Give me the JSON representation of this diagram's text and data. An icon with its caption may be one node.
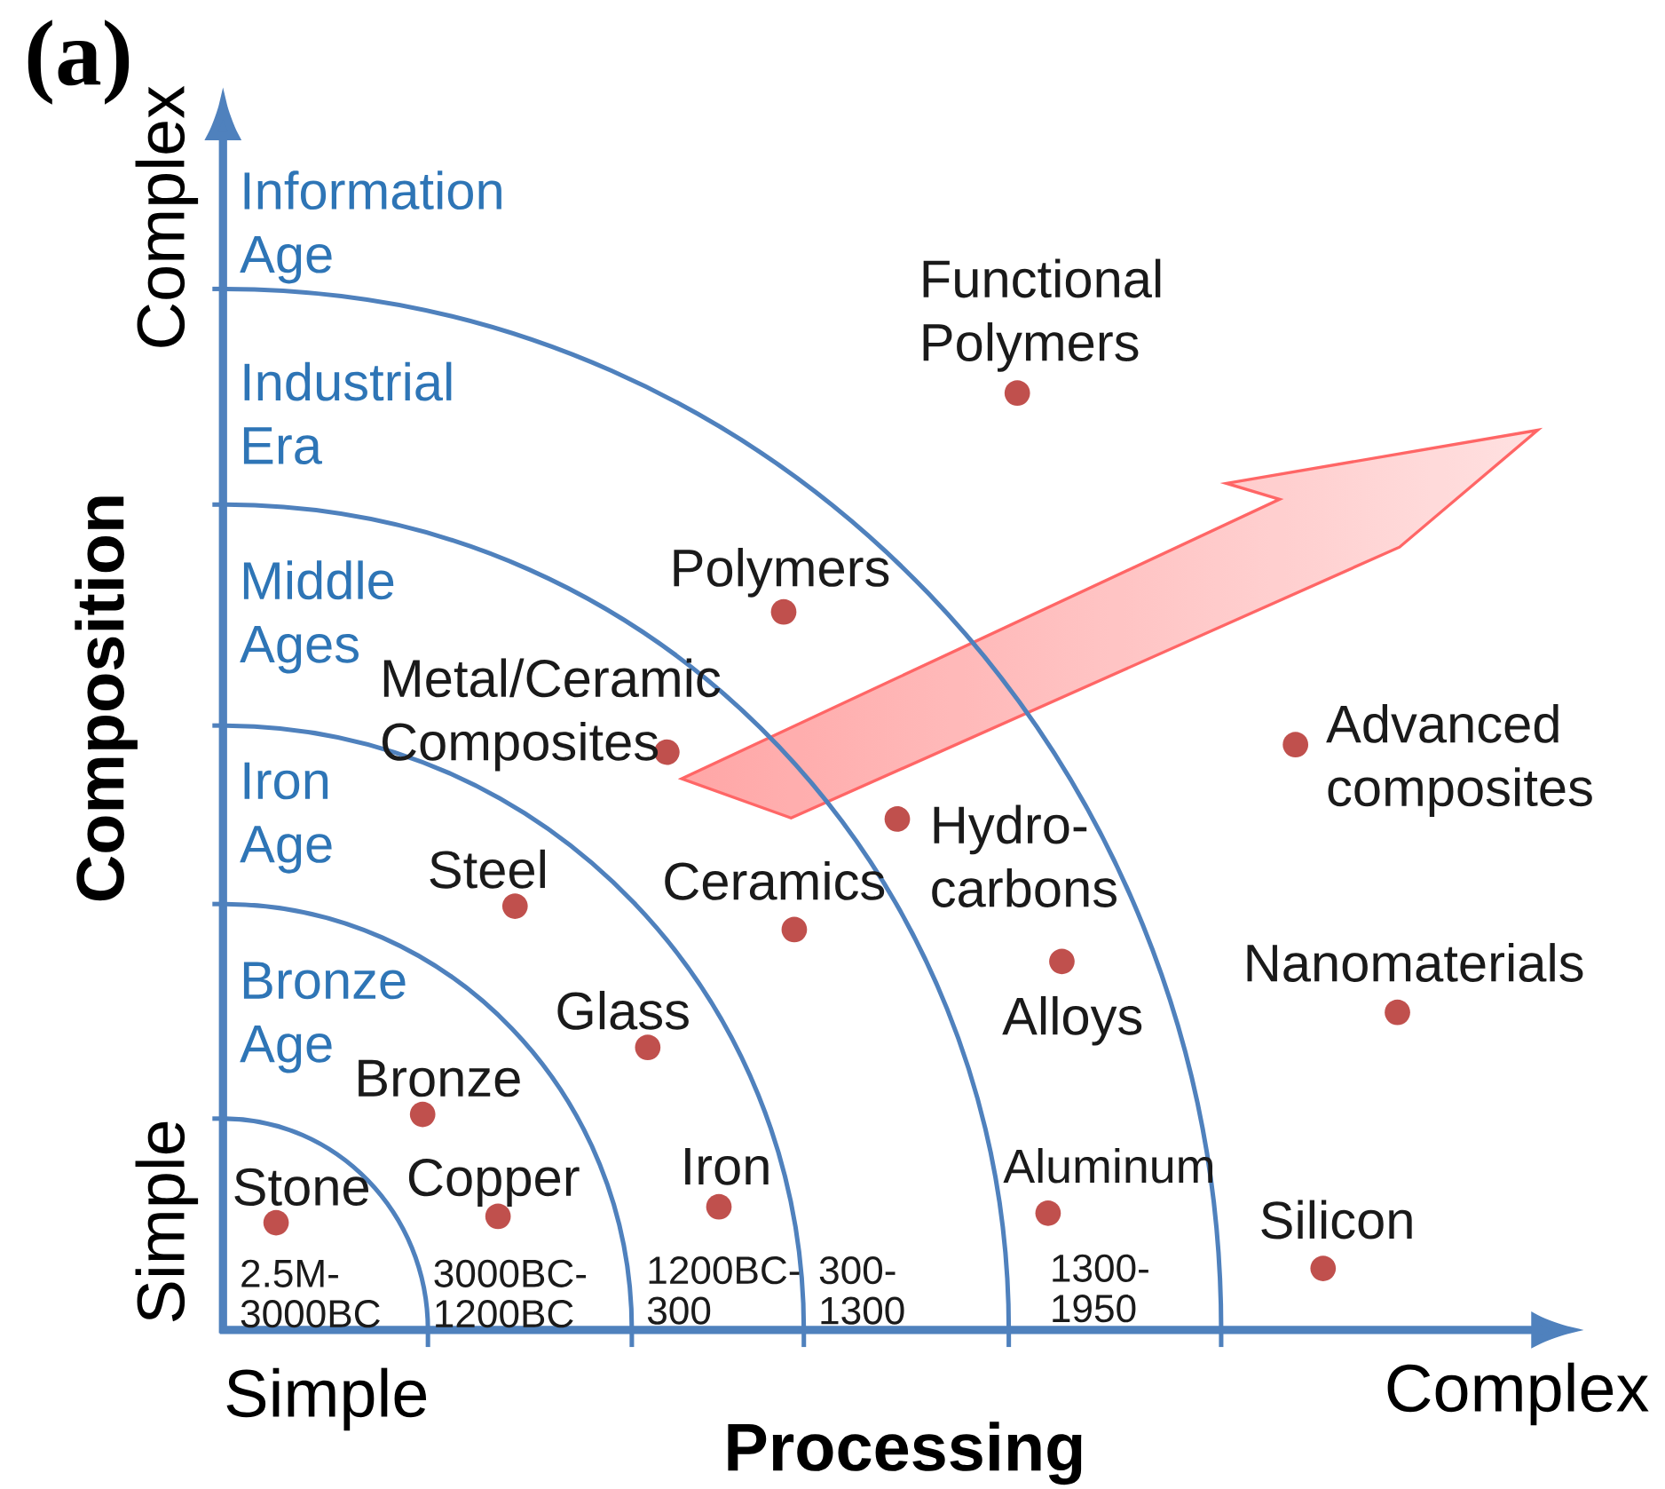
{
  "diagram": {
    "labels": [
      "(a)",
      "Complex",
      "Composition",
      "Simple",
      "Information Age",
      "Industrial Era",
      "Middle Ages",
      "Iron Age",
      "Bronze Age",
      "Functional Polymers",
      "Polymers",
      "Metal/Ceramic Composites",
      "Advanced composites",
      "Hydro- carbons",
      "Steel",
      "Ceramics",
      "Nanomaterials",
      "Glass",
      "Alloys",
      "Bronze",
      "Stone",
      "Copper",
      "Iron",
      "Aluminum",
      "Silicon",
      "2.5M- 3000BC",
      "3000BC- 1200BC",
      "1200BC- 300",
      "300- 1300",
      "1300- 1950",
      "Simple",
      "Complex",
      "Processing"
    ]
  }
}
